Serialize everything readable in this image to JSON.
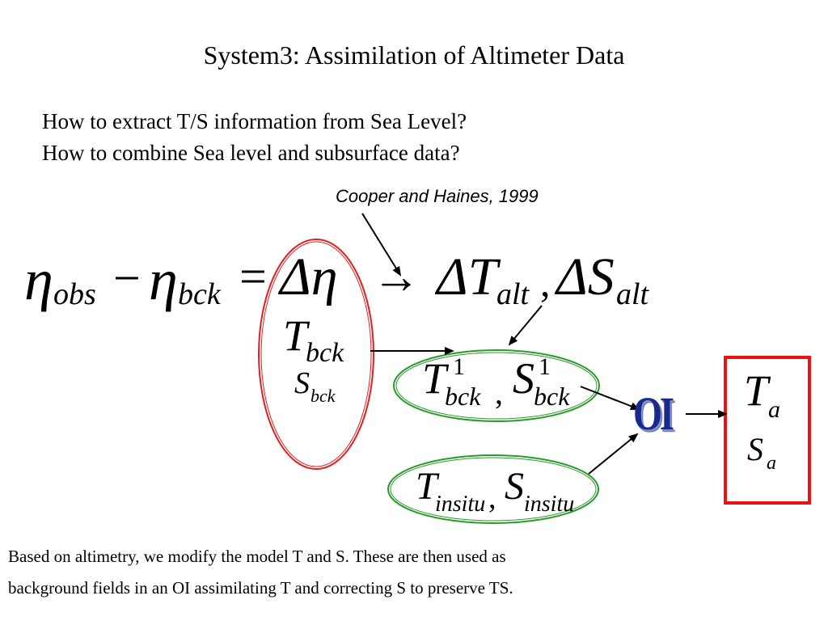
{
  "slide": {
    "title": "System3: Assimilation of Altimeter Data",
    "question_1": "How to extract T/S information from Sea Level?",
    "question_2": "How to combine Sea level and subsurface data?",
    "citation": "Cooper and Haines, 1999",
    "caption_line_1": "Based on altimetry, we modify the model T and S.  These are then used as",
    "caption_line_2": "background fields in an OI assimilating T and correcting S to preserve TS."
  },
  "equation": {
    "eta_obs": "η",
    "obs_sub": "obs",
    "minus": "−",
    "eta_bck": "η",
    "bck_sub": "bck",
    "equals": "=",
    "delta_eta": "Δη",
    "arrow": "→",
    "delta_T": "ΔT",
    "alt_sub_T": "alt",
    "comma": ",",
    "delta_S": "ΔS",
    "alt_sub_S": "alt"
  },
  "background": {
    "T": "T",
    "T_sub": "bck",
    "S": "S",
    "S_sub": "bck"
  },
  "modified": {
    "T": "T",
    "T_sub": "bck",
    "T_sup": "1",
    "comma": ",",
    "S": "S",
    "S_sub": "bck",
    "S_sup": "1"
  },
  "insitu": {
    "T": "T",
    "T_sub": "insitu",
    "comma": ",",
    "S": "S",
    "S_sub": "insitu"
  },
  "oi": {
    "label": "OI"
  },
  "analysis": {
    "T": "T",
    "T_sub": "a",
    "S": "S",
    "S_sub": "a"
  },
  "colors": {
    "red_outline": "#e02020",
    "green_outline": "#2a9a2a",
    "oi_blue": "#1a2a8c",
    "text": "#000000"
  }
}
